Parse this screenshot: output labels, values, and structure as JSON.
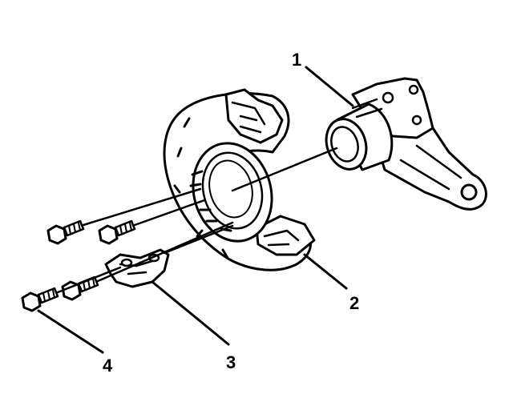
{
  "callouts": {
    "hub_label": "1",
    "shield_label": "2",
    "bracket_label": "3",
    "bolt_label": "4"
  },
  "colors": {
    "ink": "#000000",
    "paper": "#ffffff"
  }
}
